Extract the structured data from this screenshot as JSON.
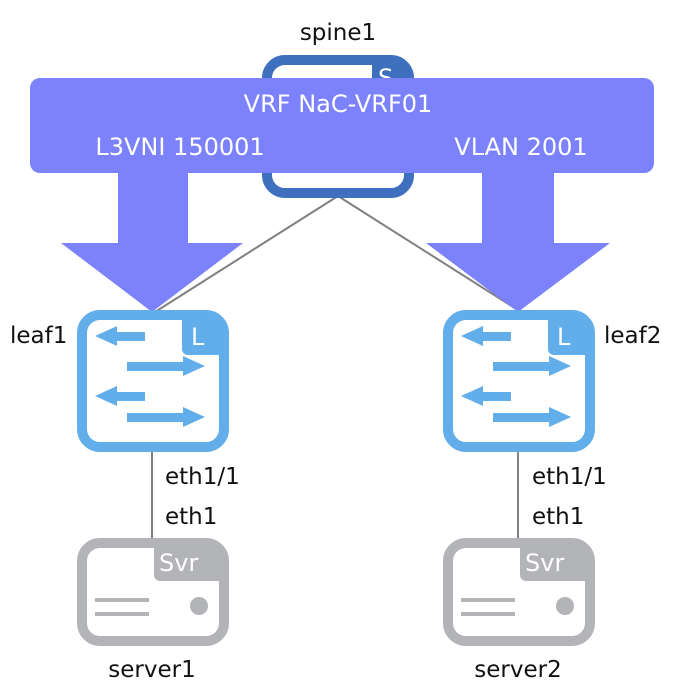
{
  "colors": {
    "spine": "#3f70bf",
    "leaf": "#62aeea",
    "server": "#b3b4b8",
    "overlay": "#7b82fb",
    "link": "#808080"
  },
  "nodes": {
    "spine1": {
      "name": "spine1",
      "badge": "S"
    },
    "leaf1": {
      "name": "leaf1",
      "badge": "L"
    },
    "leaf2": {
      "name": "leaf2",
      "badge": "L"
    },
    "server1": {
      "name": "server1",
      "badge": "Svr"
    },
    "server2": {
      "name": "server2",
      "badge": "Svr"
    }
  },
  "links": {
    "leaf1_server1": {
      "leaf_port": "eth1/1",
      "server_port": "eth1"
    },
    "leaf2_server2": {
      "leaf_port": "eth1/1",
      "server_port": "eth1"
    }
  },
  "overlay": {
    "vrf": "VRF NaC-VRF01",
    "l3vni": "L3VNI 150001",
    "vlan": "VLAN 2001"
  }
}
